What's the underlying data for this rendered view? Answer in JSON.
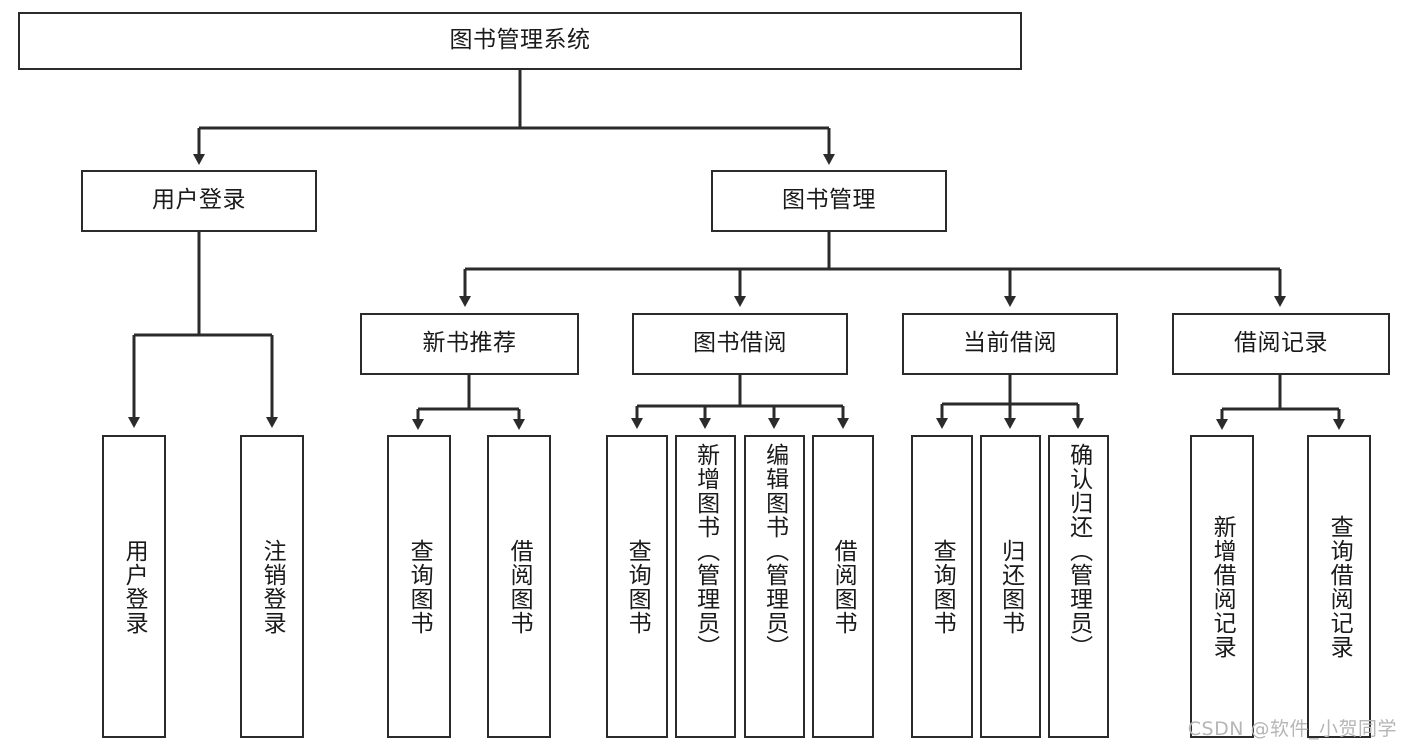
{
  "diagram": {
    "title": "图书管理系统",
    "type": "tree-hierarchy-diagram",
    "watermark": "CSDN @软件_小贺同学",
    "colors": {
      "stroke": "#2b2b2b",
      "fill": "#ffffff",
      "text": "#1a1a1a",
      "watermark": "#b6b6b6"
    },
    "nodes": {
      "root": {
        "label": "图书管理系统"
      },
      "level2": [
        {
          "id": "user-login",
          "label": "用户登录"
        },
        {
          "id": "book-manage",
          "label": "图书管理"
        }
      ],
      "level3": [
        {
          "id": "new-book-recommend",
          "label": "新书推荐"
        },
        {
          "id": "book-borrow",
          "label": "图书借阅"
        },
        {
          "id": "current-borrow",
          "label": "当前借阅"
        },
        {
          "id": "borrow-record",
          "label": "借阅记录"
        }
      ],
      "leaves": {
        "user_login": [
          {
            "id": "leaf-user-login",
            "label": "用户登录"
          },
          {
            "id": "leaf-logout-login",
            "label": "注销登录"
          }
        ],
        "new_book_recommend": [
          {
            "id": "leaf-query-book-1",
            "label": "查询图书"
          },
          {
            "id": "leaf-borrow-book-1",
            "label": "借阅图书"
          }
        ],
        "book_borrow": [
          {
            "id": "leaf-query-book-2",
            "label": "查询图书"
          },
          {
            "id": "leaf-add-book-admin",
            "label": "新增图书（管理员）"
          },
          {
            "id": "leaf-edit-book-admin",
            "label": "编辑图书（管理员）"
          },
          {
            "id": "leaf-borrow-book-2",
            "label": "借阅图书"
          }
        ],
        "current_borrow": [
          {
            "id": "leaf-query-book-3",
            "label": "查询图书"
          },
          {
            "id": "leaf-return-book",
            "label": "归还图书"
          },
          {
            "id": "leaf-confirm-return-admin",
            "label": "确认归还（管理员）"
          }
        ],
        "borrow_record": [
          {
            "id": "leaf-add-borrow-record",
            "label": "新增借阅记录"
          },
          {
            "id": "leaf-query-borrow-record",
            "label": "查询借阅记录"
          }
        ]
      }
    }
  }
}
